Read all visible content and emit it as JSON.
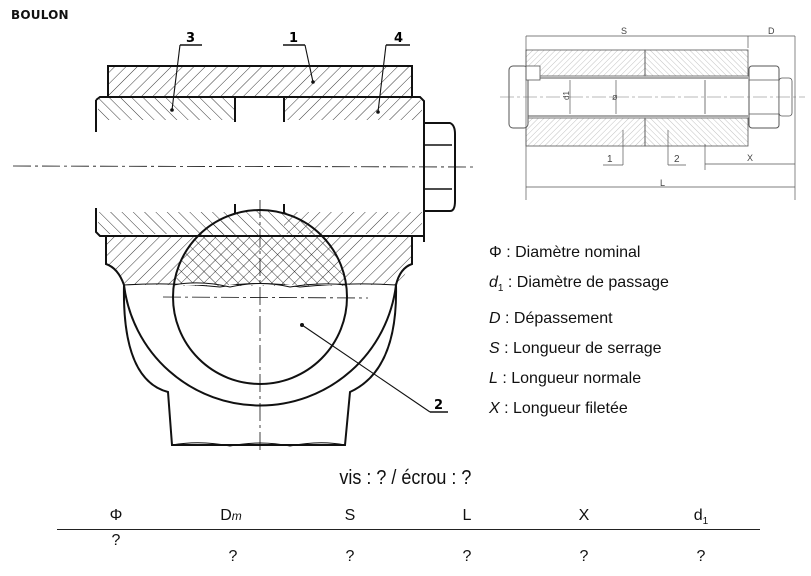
{
  "title": "BOULON",
  "left_drawing": {
    "part_labels": [
      "3",
      "1",
      "4",
      "2"
    ]
  },
  "right_drawing": {
    "dimension_labels": {
      "S": "S",
      "D": "D",
      "d1": "d1",
      "phi": "ø",
      "X": "X",
      "L": "L"
    },
    "part_labels": [
      "1",
      "2"
    ]
  },
  "legend": [
    {
      "symbol": "Φ",
      "sub": "",
      "text": " : Diamètre nominal"
    },
    {
      "symbol": "d",
      "sub": "1",
      "text": "  : Diamètre de passage"
    },
    {
      "symbol": "D",
      "sub": "",
      "text": " : Dépassement"
    },
    {
      "symbol": "S",
      "sub": "",
      "text": " : Longueur de serrage"
    },
    {
      "symbol": "L",
      "sub": "",
      "text": " : Longueur normale"
    },
    {
      "symbol": "X",
      "sub": "",
      "text": " : Longueur filetée"
    }
  ],
  "caption": "vis : ? / écrou : ?",
  "table": {
    "headers": [
      {
        "main": "Φ",
        "sub": "",
        "sub_italic": ""
      },
      {
        "main": "D",
        "sub": "",
        "sub_italic": "m"
      },
      {
        "main": "S",
        "sub": "",
        "sub_italic": ""
      },
      {
        "main": "L",
        "sub": "",
        "sub_italic": ""
      },
      {
        "main": "X",
        "sub": "",
        "sub_italic": ""
      },
      {
        "main": "d",
        "sub": "1",
        "sub_italic": ""
      }
    ],
    "values": [
      "?",
      "?",
      "?",
      "?",
      "?",
      "?"
    ]
  }
}
